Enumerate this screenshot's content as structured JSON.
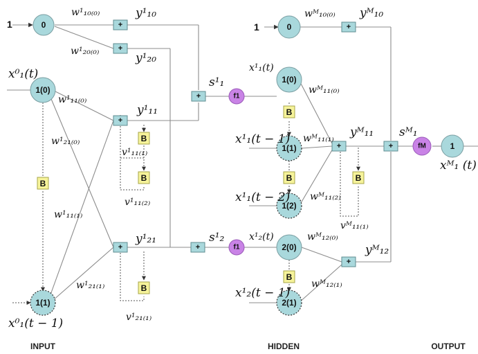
{
  "sections": {
    "input": "INPUT",
    "hidden": "HIDDEN",
    "output": "OUTPUT"
  },
  "bias_inputs": {
    "input_layer": "1",
    "output_layer": "1"
  },
  "nodes": {
    "in_bias": "0",
    "in_1_0": "1(0)",
    "in_1_1": "1(1)",
    "h1_0": "1(0)",
    "h1_1": "1(1)",
    "h1_2": "1(2)",
    "h2_0": "2(0)",
    "h2_1": "2(1)",
    "out_bias": "0",
    "out_1": "1",
    "f1_a": "f1",
    "f1_b": "f1",
    "fM": "fM"
  },
  "operators": {
    "sum": "+",
    "delay": "B"
  },
  "labels": {
    "w_10_0": "w¹₁₀₍₀₎",
    "w_20_0": "w¹₂₀₍₀₎",
    "y_10": "y¹₁₀",
    "y_20": "y¹₂₀",
    "x_in_t": "x⁰₁(t)",
    "x_in_t1": "x⁰₁(t − 1)",
    "w_11_0": "w¹₁₁₍₀₎",
    "w_21_0": "w¹₂₁₍₀₎",
    "w_11_1": "w¹₁₁₍₁₎",
    "w_21_1": "w¹₂₁₍₁₎",
    "y_11": "y¹₁₁",
    "y_21": "y¹₂₁",
    "v_11_1": "v¹₁₁₍₁₎",
    "v_11_2": "v¹₁₁₍₂₎",
    "v_21_1": "v¹₂₁₍₁₎",
    "s_1": "s¹₁",
    "s_2": "s¹₂",
    "x1_t": "x¹₁(t)",
    "x1_t1": "x¹₁(t − 1)",
    "x1_t2": "x¹₁(t − 2)",
    "x2_t": "x¹₂(t)",
    "x2_t1": "x¹₂(t − 1)",
    "wM_10_0": "wᴹ₁₀₍₀₎",
    "yM_10": "yᴹ₁₀",
    "wM_11_0": "wᴹ₁₁₍₀₎",
    "wM_11_1": "wᴹ₁₁₍₁₎",
    "wM_11_2": "wᴹ₁₁₍₂₎",
    "yM_11": "yᴹ₁₁",
    "vM_11_1": "vᴹ₁₁₍₁₎",
    "wM_12_0": "wᴹ₁₂₍₀₎",
    "wM_12_1": "wᴹ₁₂₍₁₎",
    "yM_12": "yᴹ₁₂",
    "sM_1": "sᴹ₁",
    "xM_1": "xᴹ₁ (t)"
  },
  "colors": {
    "node": "#a9d8dc",
    "activation": "#c983e6",
    "delay": "#f6f39a",
    "line": "#8c8c8c"
  }
}
